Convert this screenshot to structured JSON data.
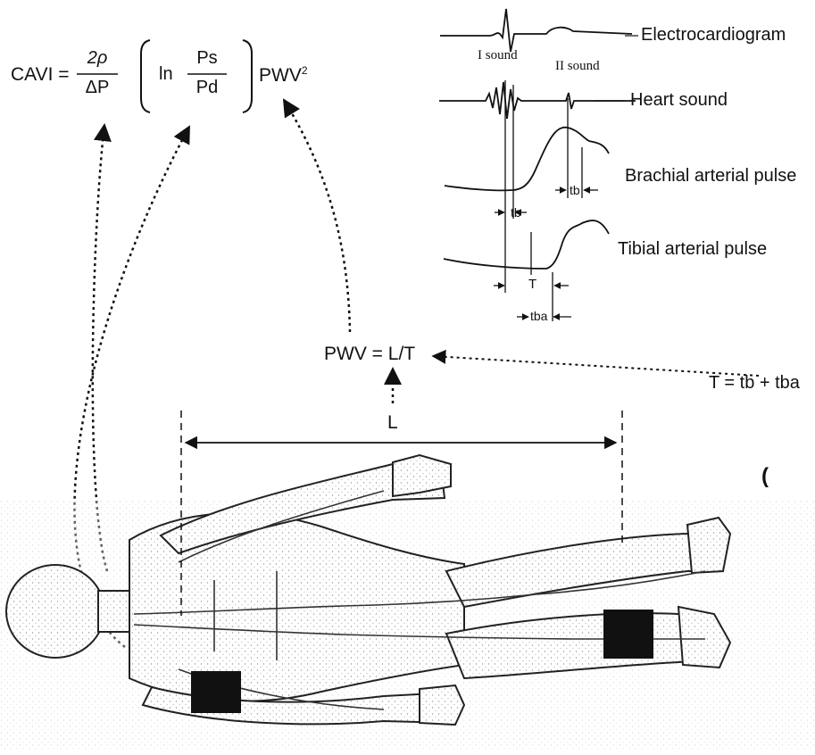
{
  "formula": {
    "lhs": "CAVI =",
    "coef_num": "2ρ",
    "coef_den": "ΔP",
    "ln": "ln",
    "ln_num": "Ps",
    "ln_den": "Pd",
    "pwv_term": "PWV",
    "pwv_exp": "2"
  },
  "waveforms": {
    "ecg": "Electrocardiogram",
    "sound1": "I sound",
    "sound2": "II sound",
    "heart_sound": "Heart sound",
    "brachial": "Brachial arterial pulse",
    "tibial": "Tibial arterial pulse",
    "tb_upper": "tb",
    "tb_lower": "tb",
    "T": "T",
    "tba": "tba"
  },
  "pwv_equation": "PWV = L/T",
  "t_equation": "T = tb + tba",
  "L_label": "L",
  "stray_mark": "("
}
